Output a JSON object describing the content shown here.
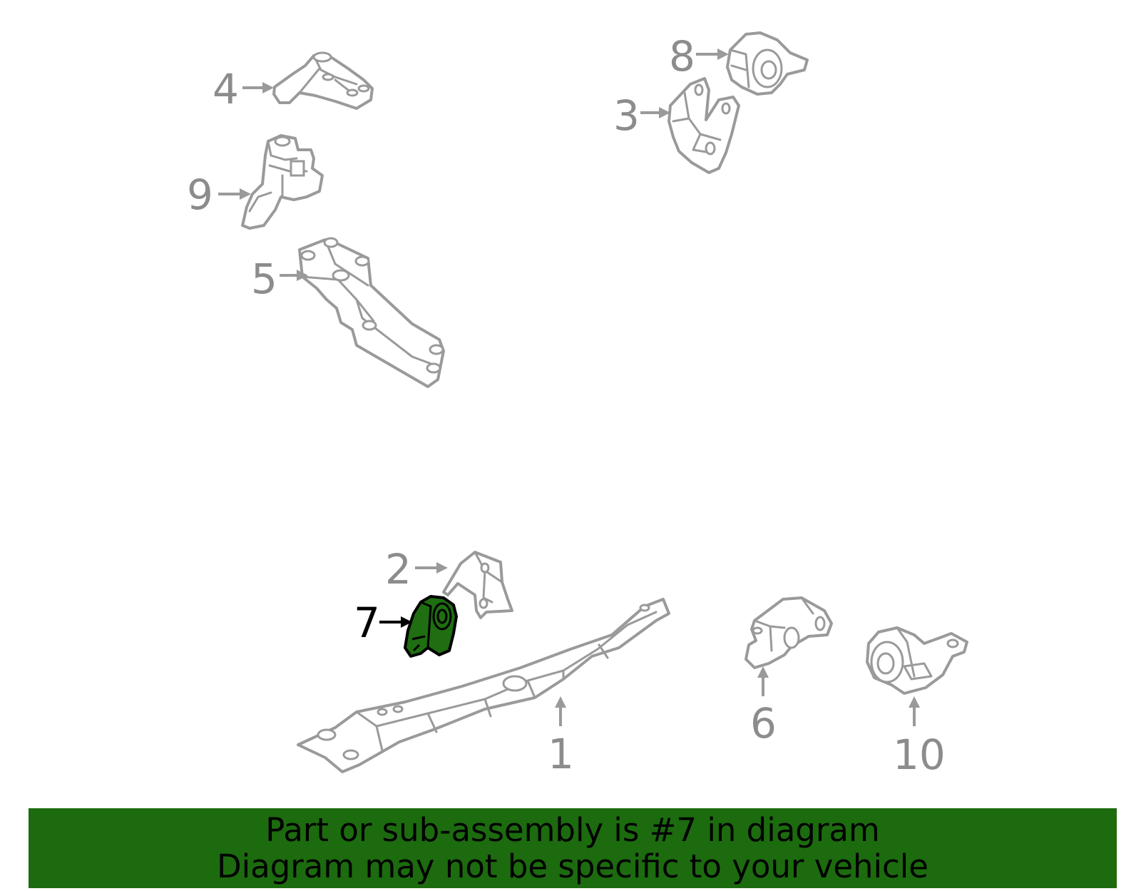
{
  "diagram": {
    "callouts": [
      {
        "id": "1",
        "label": "1"
      },
      {
        "id": "2",
        "label": "2"
      },
      {
        "id": "3",
        "label": "3"
      },
      {
        "id": "4",
        "label": "4"
      },
      {
        "id": "5",
        "label": "5"
      },
      {
        "id": "6",
        "label": "6"
      },
      {
        "id": "7",
        "label": "7",
        "highlighted": true
      },
      {
        "id": "8",
        "label": "8"
      },
      {
        "id": "9",
        "label": "9"
      },
      {
        "id": "10",
        "label": "10"
      }
    ],
    "highlight_color": "#1c6b0f",
    "part_stroke_color": "#9a9a9a"
  },
  "banner": {
    "line1": "Part or sub-assembly is #7 in diagram",
    "line2": "Diagram may not be specific to your vehicle",
    "background": "#1c6b0f"
  }
}
